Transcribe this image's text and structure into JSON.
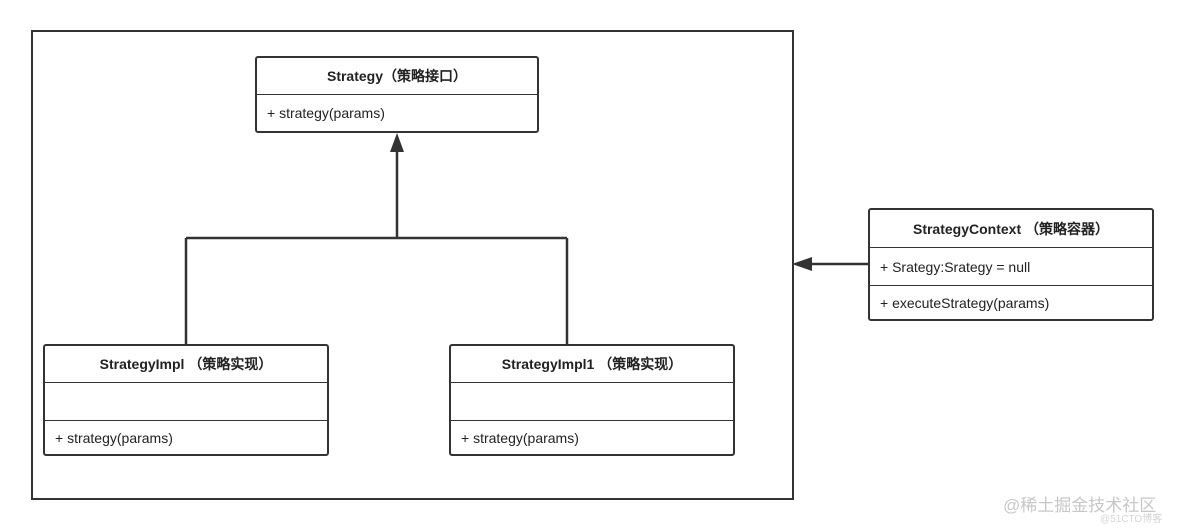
{
  "interface": {
    "title": "Strategy（策略接口）",
    "operation": "+ strategy(params)"
  },
  "impl_left": {
    "title": "StrategyImpl （策略实现）",
    "attributes": "",
    "operation": "+ strategy(params)"
  },
  "impl_right": {
    "title": "StrategyImpl1 （策略实现）",
    "attributes": "",
    "operation": "+ strategy(params)"
  },
  "context": {
    "title": "StrategyContext （策略容器）",
    "attribute": "+ Srategy:Srategy = null",
    "operation": "+ executeStrategy(params)"
  },
  "watermark": {
    "text": "@稀土掘金技术社区",
    "subtext": "@51CTO博客"
  },
  "colors": {
    "line": "#333333",
    "box_fill": "#ffffff",
    "watermark": "#c7c7c7"
  }
}
